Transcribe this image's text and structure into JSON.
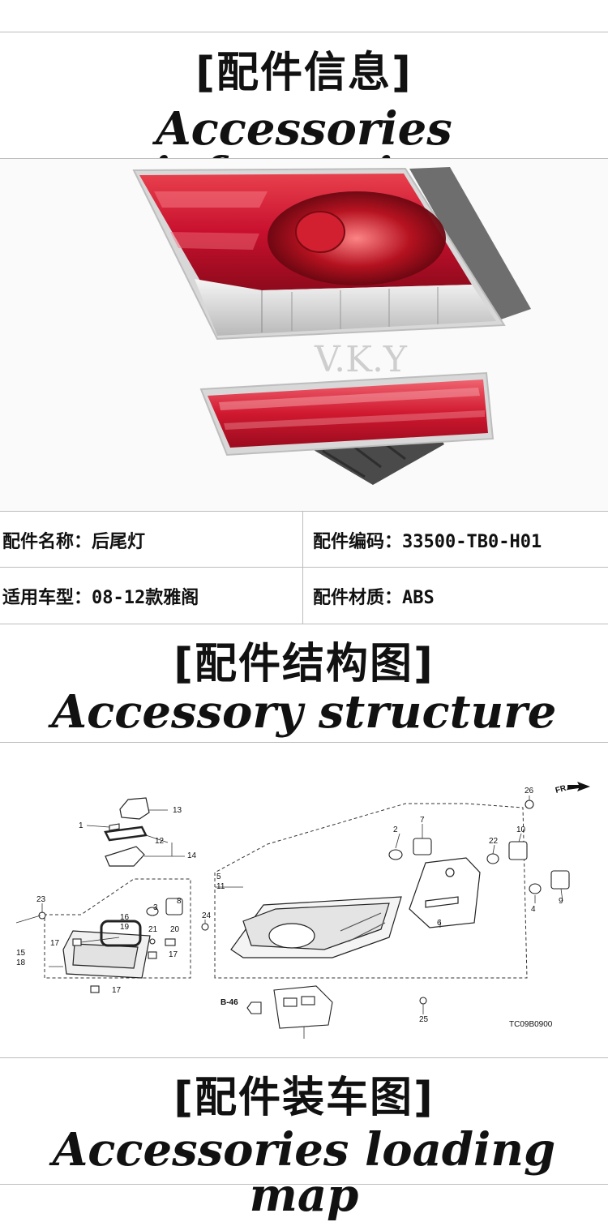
{
  "sections": {
    "info": {
      "title_cn": "[配件信息]",
      "title_en": "Accessories information"
    },
    "structure": {
      "title_cn": "[配件结构图]",
      "title_en": "Accessory structure"
    },
    "loading": {
      "title_cn": "[配件装车图]",
      "title_en": "Accessories loading map"
    }
  },
  "product_photo": {
    "watermark": "V.K.Y"
  },
  "info_table": {
    "name": "配件名称：后尾灯",
    "code": "配件编码：33500-TB0-H01",
    "model": "适用车型：08-12款雅阁",
    "material": "配件材质：ABS"
  },
  "diagram": {
    "part_numbers": [
      "1",
      "2",
      "3",
      "4",
      "5",
      "6",
      "7",
      "8",
      "9",
      "10",
      "11",
      "12",
      "13",
      "14",
      "15",
      "16",
      "17",
      "18",
      "19",
      "20",
      "21",
      "22",
      "23",
      "24",
      "25",
      "26"
    ],
    "direction_label": "FR.",
    "ref_label": "B-46",
    "code": "TC09B0900"
  },
  "colors": {
    "lamp_red": "#c8102e",
    "lamp_dark": "#7a0a14",
    "housing": "#6e6e6e"
  },
  "icons": {
    "direction": "arrow-right-icon",
    "ref": "arrow-left-icon"
  }
}
